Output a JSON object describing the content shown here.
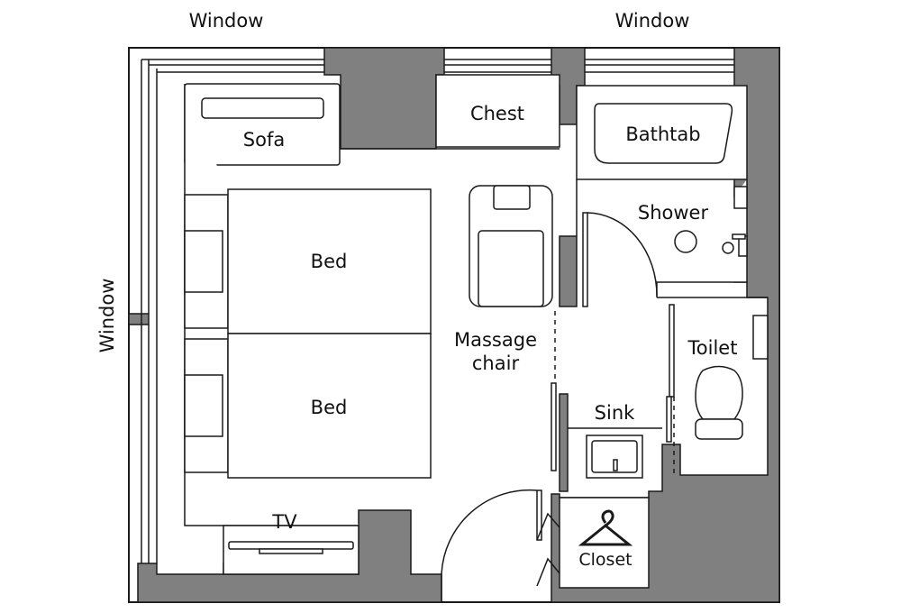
{
  "labels": {
    "window_top_left": "Window",
    "window_top_right": "Window",
    "window_left": "Window",
    "chest": "Chest",
    "sofa": "Sofa",
    "bathtub": "Bathtab",
    "shower": "Shower",
    "bed_upper": "Bed",
    "bed_lower": "Bed",
    "massage_chair_line1": "Massage",
    "massage_chair_line2": "chair",
    "toilet": "Toilet",
    "sink": "Sink",
    "tv": "TV",
    "closet": "Closet"
  },
  "colors": {
    "wall": "#808080",
    "line": "#1a1a1a",
    "background": "#ffffff"
  }
}
